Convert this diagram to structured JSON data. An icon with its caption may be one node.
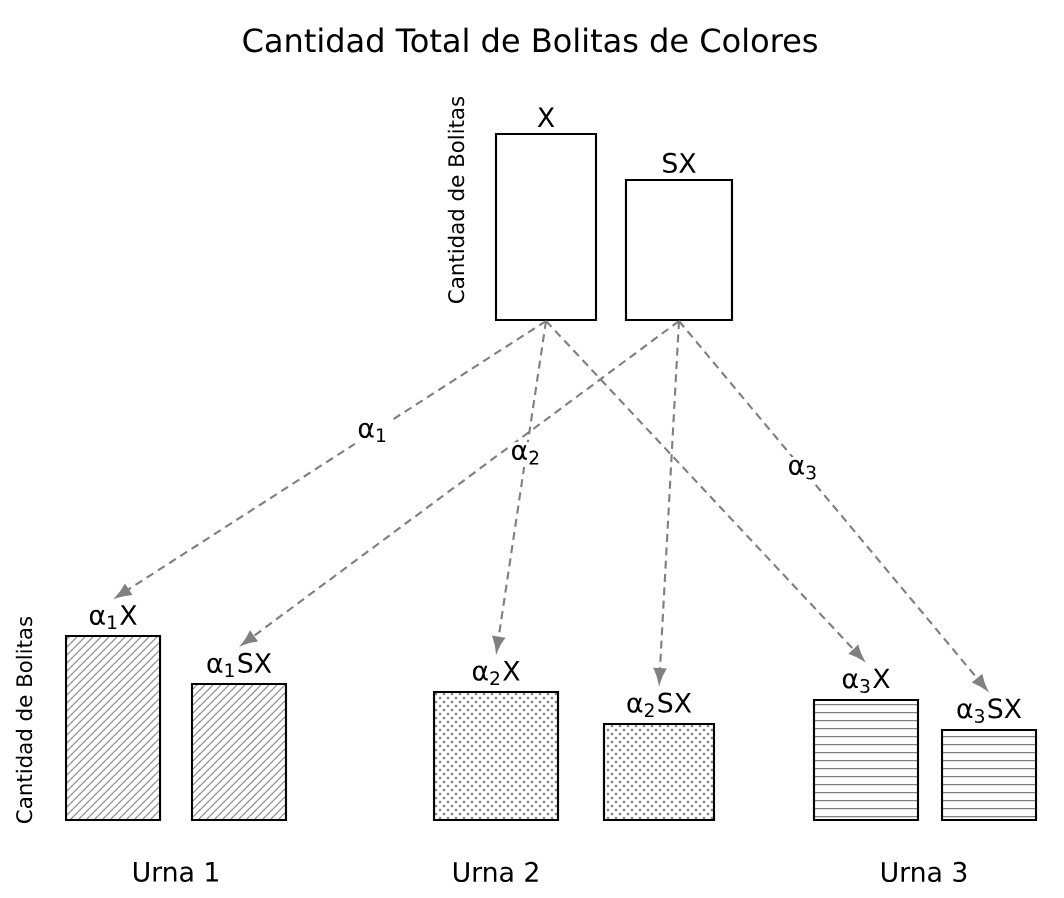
{
  "diagram": {
    "title": "Cantidad Total de Bolitas de Colores",
    "nodes": [
      {
        "text": [
          "X"
        ]
      },
      {
        "text": [
          "SX"
        ]
      },
      {
        "text": [
          "α$_{1}$X"
        ]
      },
      {
        "text": [
          "α$_{1}$SX"
        ]
      },
      {
        "text": [
          "α$_{2}$X"
        ]
      },
      {
        "text": [
          "α$_{2}$SX"
        ]
      },
      {
        "text": [
          "α$_{3}$X"
        ]
      },
      {
        "text": [
          "α$_{3}$SX"
        ]
      }
    ],
    "edges": [
      {
        "from": 0,
        "to": 2,
        "arrow": "to",
        "label": "α$_{1}$"
      },
      {
        "from": 1,
        "to": 3,
        "arrow": "to"
      },
      {
        "from": 0,
        "to": 4,
        "arrow": "to",
        "label": "α$_{2}$"
      },
      {
        "from": 1,
        "to": 5,
        "arrow": "to"
      },
      {
        "from": 0,
        "to": 6,
        "arrow": "to"
      },
      {
        "from": 1,
        "to": 7,
        "arrow": "to",
        "label": "α$_{3}$"
      }
    ],
    "labels": [
      "Cantidad de Bolitas",
      "Cantidad de Bolitas",
      "Urna 1",
      "Urna 2",
      "Urna 3"
    ]
  }
}
